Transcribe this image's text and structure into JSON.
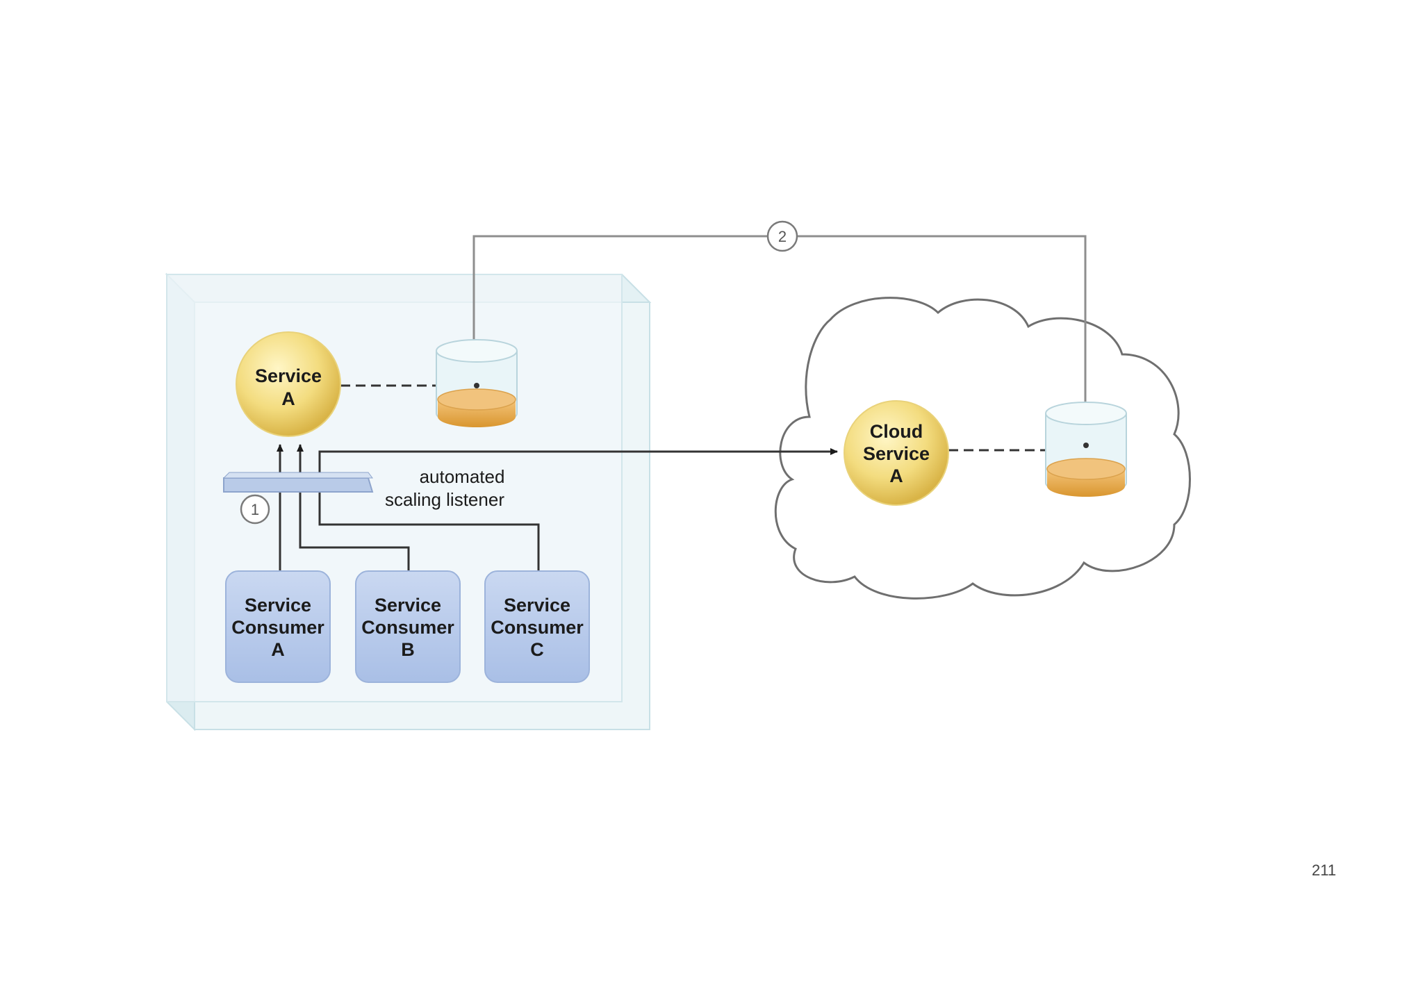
{
  "diagram": {
    "service_a": {
      "line1": "Service",
      "line2": "A"
    },
    "cloud_service_a": {
      "line1": "Cloud",
      "line2": "Service",
      "line3": "A"
    },
    "listener": {
      "line1": "automated",
      "line2": "scaling listener"
    },
    "step_1": "1",
    "step_2": "2",
    "consumers": [
      {
        "line1": "Service",
        "line2": "Consumer",
        "line3": "A"
      },
      {
        "line1": "Service",
        "line2": "Consumer",
        "line3": "B"
      },
      {
        "line1": "Service",
        "line2": "Consumer",
        "line3": "C"
      }
    ]
  },
  "page_number": "211"
}
